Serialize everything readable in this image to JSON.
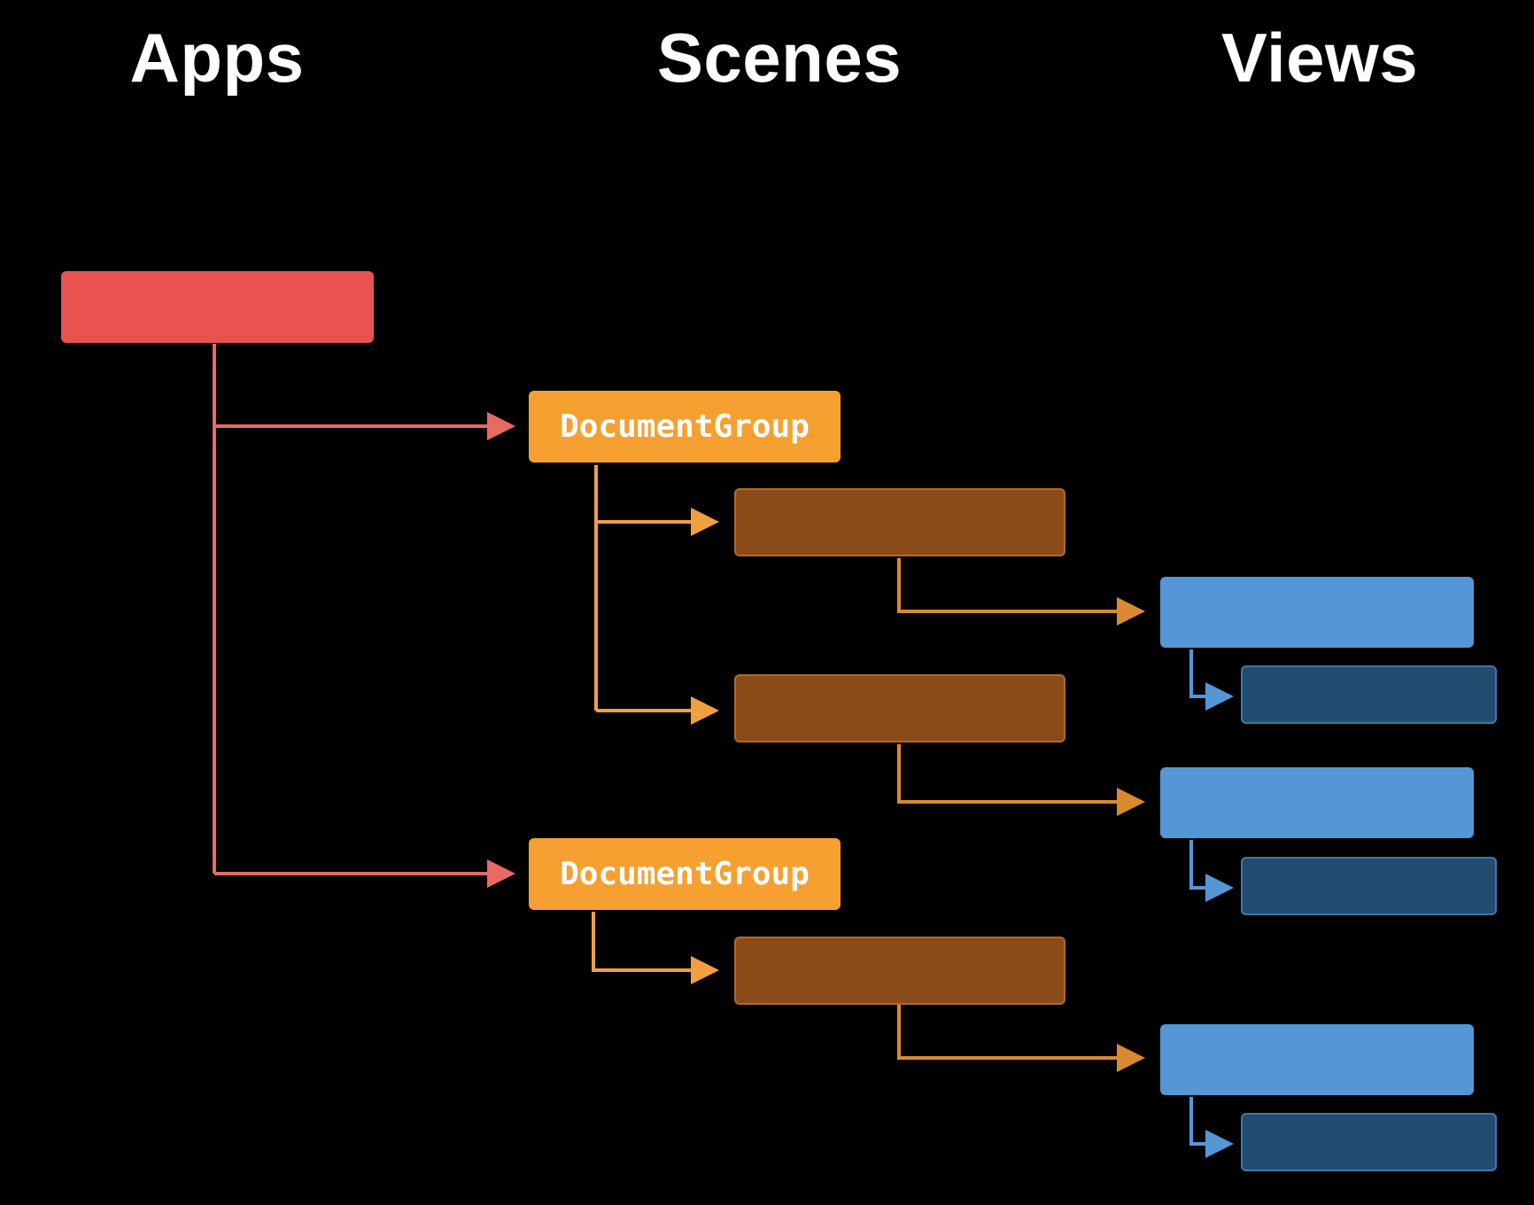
{
  "headers": {
    "apps": "Apps",
    "scenes": "Scenes",
    "views": "Views"
  },
  "colors": {
    "background": "#000000",
    "app": "#e8534f",
    "scene": "#f5a031",
    "scene_child": "#8b4b18",
    "scene_child_border": "#b06a2c",
    "view": "#5597d6",
    "view_child": "#244c70",
    "view_child_border": "#3f78a8",
    "app_connector": "#e86a63",
    "scene_connector": "#f0a040",
    "scene_child_connector": "#d98a30",
    "view_connector": "#5597d6"
  },
  "nodes": {
    "app": {
      "label": ""
    },
    "scene_1": {
      "label": "DocumentGroup"
    },
    "scene_2": {
      "label": "DocumentGroup"
    }
  }
}
